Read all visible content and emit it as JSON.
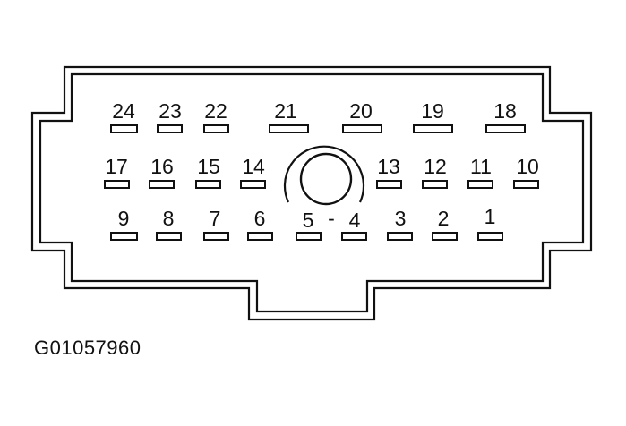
{
  "diagram": {
    "caption": "G01057960",
    "separator": "-",
    "rows": [
      [
        "24",
        "23",
        "22",
        "21",
        "20",
        "19",
        "18"
      ],
      [
        "17",
        "16",
        "15",
        "14",
        "13",
        "12",
        "11",
        "10"
      ],
      [
        "9",
        "8",
        "7",
        "6",
        "5",
        "4",
        "3",
        "2",
        "1"
      ]
    ]
  }
}
